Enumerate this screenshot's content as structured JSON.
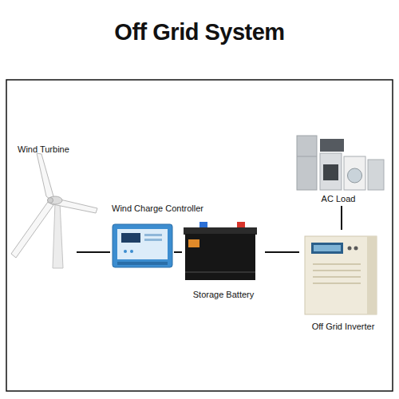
{
  "diagram": {
    "title": "Off Grid System",
    "nodes": [
      {
        "text": [
          "Wind Turbine"
        ]
      },
      {
        "text": [
          "Wind Charge Controller"
        ]
      },
      {
        "text": [
          "Storage Battery"
        ]
      },
      {
        "text": [
          "Off Grid Inverter"
        ]
      },
      {
        "text": [
          "AC Load"
        ]
      }
    ],
    "edges": [
      {
        "from": 0,
        "to": 1,
        "arrow": "none"
      },
      {
        "from": 1,
        "to": 2,
        "arrow": "none"
      },
      {
        "from": 2,
        "to": 3,
        "arrow": "none"
      },
      {
        "from": 3,
        "to": 4,
        "arrow": "none"
      }
    ]
  }
}
